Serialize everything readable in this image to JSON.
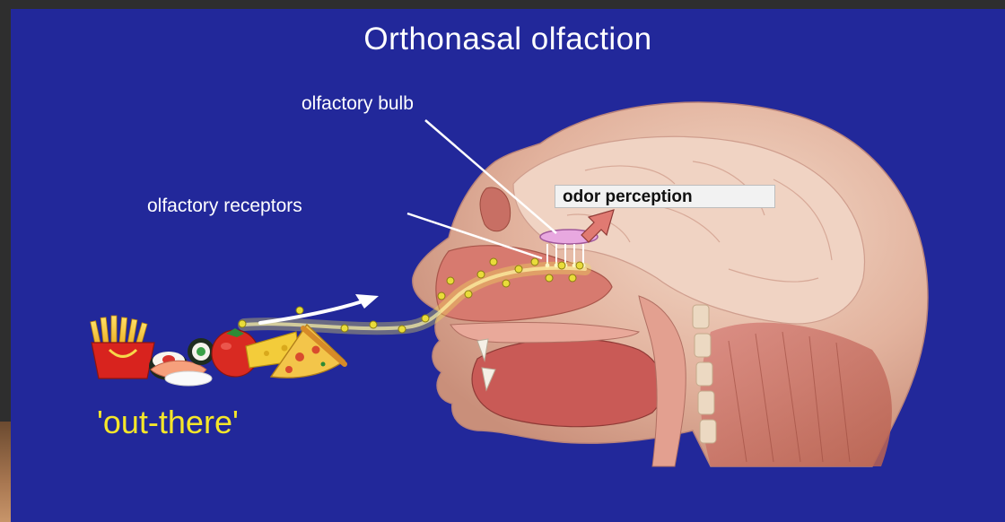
{
  "slide": {
    "title": "Orthonasal olfaction",
    "labels": {
      "olfactory_bulb": "olfactory bulb",
      "olfactory_receptors": "olfactory receptors",
      "odor_perception": "odor perception",
      "out_there": "'out-there'"
    }
  },
  "colors": {
    "slide_background": "#22289a",
    "label_text": "#ffffff",
    "accent_yellow": "#f5e62a",
    "odor_arrow": "#e07a72",
    "bulb": "#e8a8e0"
  },
  "illustration": {
    "head": "sagittal-section-of-head",
    "food_items": [
      "french-fries",
      "sushi",
      "tomato",
      "cheese",
      "pizza-slice"
    ],
    "odor_path": "odor-molecules-traveling-into-nose"
  }
}
